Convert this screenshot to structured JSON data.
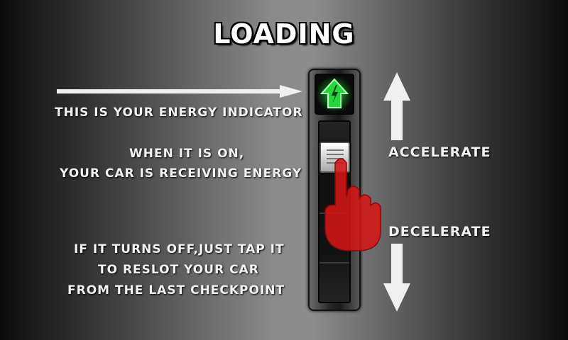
{
  "title": "LOADING",
  "instructions": {
    "energy_indicator": "THIS IS YOUR ENERGY INDICATOR",
    "receiving_line1": "WHEN IT IS ON,",
    "receiving_line2": "YOUR CAR IS RECEIVING ENERGY",
    "reslot_line1": "IF IT TURNS OFF,JUST TAP IT",
    "reslot_line2": "TO RESLOT YOUR CAR",
    "reslot_line3": "FROM THE LAST CHECKPOINT"
  },
  "controls": {
    "accelerate_label": "ACCELERATE",
    "decelerate_label": "DECELERATE"
  },
  "icons": {
    "energy": "lightning-arrow-icon",
    "pointer": "hand-pointer-icon",
    "arrow_right": "arrow-right-icon",
    "arrow_up": "arrow-up-icon",
    "arrow_down": "arrow-down-icon"
  },
  "colors": {
    "indicator_green": "#22e03a",
    "hand_red": "#d41616"
  }
}
